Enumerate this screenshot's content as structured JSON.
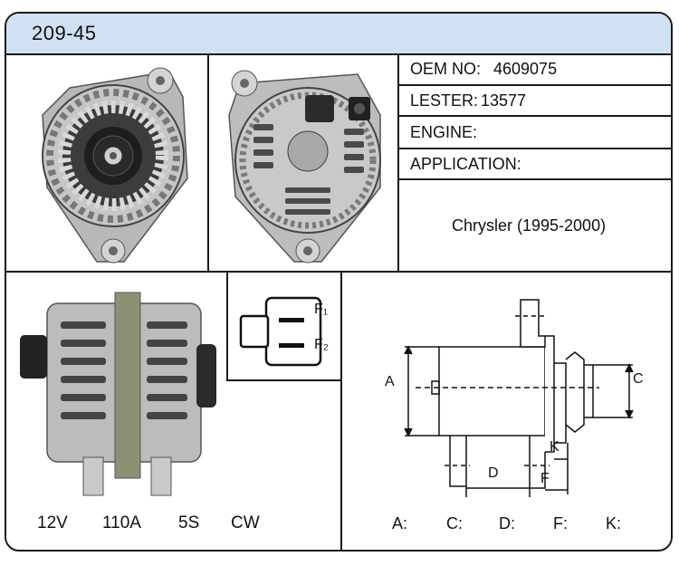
{
  "header": {
    "part_number": "209-45"
  },
  "info": {
    "oem_label": "OEM NO:",
    "oem_value": "4609075",
    "lester_label": "LESTER:",
    "lester_value": "13577",
    "engine_label": "ENGINE:",
    "engine_value": "",
    "application_label": "APPLICATION:",
    "application_value": "Chrysler (1995-2000)"
  },
  "connector": {
    "pin1": "F₁",
    "pin2": "F₂"
  },
  "specs": {
    "voltage": "12V",
    "amperage": "110A",
    "pulley": "5S",
    "rotation": "CW"
  },
  "dimensions": {
    "diagram_labels": {
      "a": "A",
      "c": "C",
      "d": "D",
      "f": "F",
      "k": "K"
    },
    "a_label": "A:",
    "c_label": "C:",
    "d_label": "D:",
    "f_label": "F:",
    "k_label": "K:"
  },
  "colors": {
    "header_bg": "#cfe1f3",
    "border": "#1b1b1b"
  }
}
